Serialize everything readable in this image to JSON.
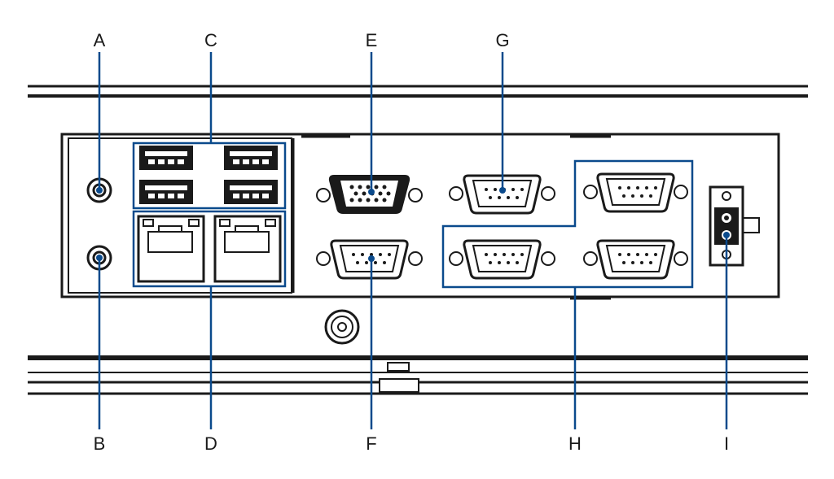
{
  "callouts": {
    "A": "A",
    "B": "B",
    "C": "C",
    "D": "D",
    "E": "E",
    "F": "F",
    "G": "G",
    "H": "H",
    "I": "I"
  },
  "colors": {
    "callout_line": "#0a4a8c",
    "outline": "#1a1a1a",
    "background": "#ffffff"
  },
  "icons": [
    "audio-jack-icon",
    "usb-port-icon",
    "rj45-port-icon",
    "vga-port-icon",
    "db9-serial-port-icon",
    "power-terminal-icon",
    "screw-icon"
  ]
}
